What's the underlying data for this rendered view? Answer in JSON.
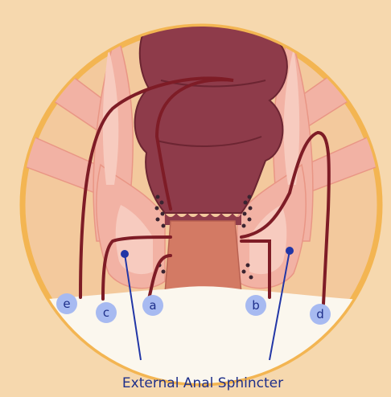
{
  "diagram": {
    "labels": {
      "a": "a",
      "b": "b",
      "c": "c",
      "d": "d",
      "e": "e"
    },
    "caption": "External Anal Sphincter"
  },
  "colors": {
    "background": "#f6d8ae",
    "circle_border": "#f3b552",
    "circle_fill": "#f3c99d",
    "muscle": "#f2b2a4",
    "muscle_light": "#f7cbbf",
    "rectum": "#8e3b4a",
    "anal_canal": "#d37a64",
    "tract_lines": "#7e1c26",
    "skin": "#fbf7ee",
    "label_fill": "#a7baf1",
    "label_text": "#1e2f8a",
    "pointer": "#2236a6"
  }
}
